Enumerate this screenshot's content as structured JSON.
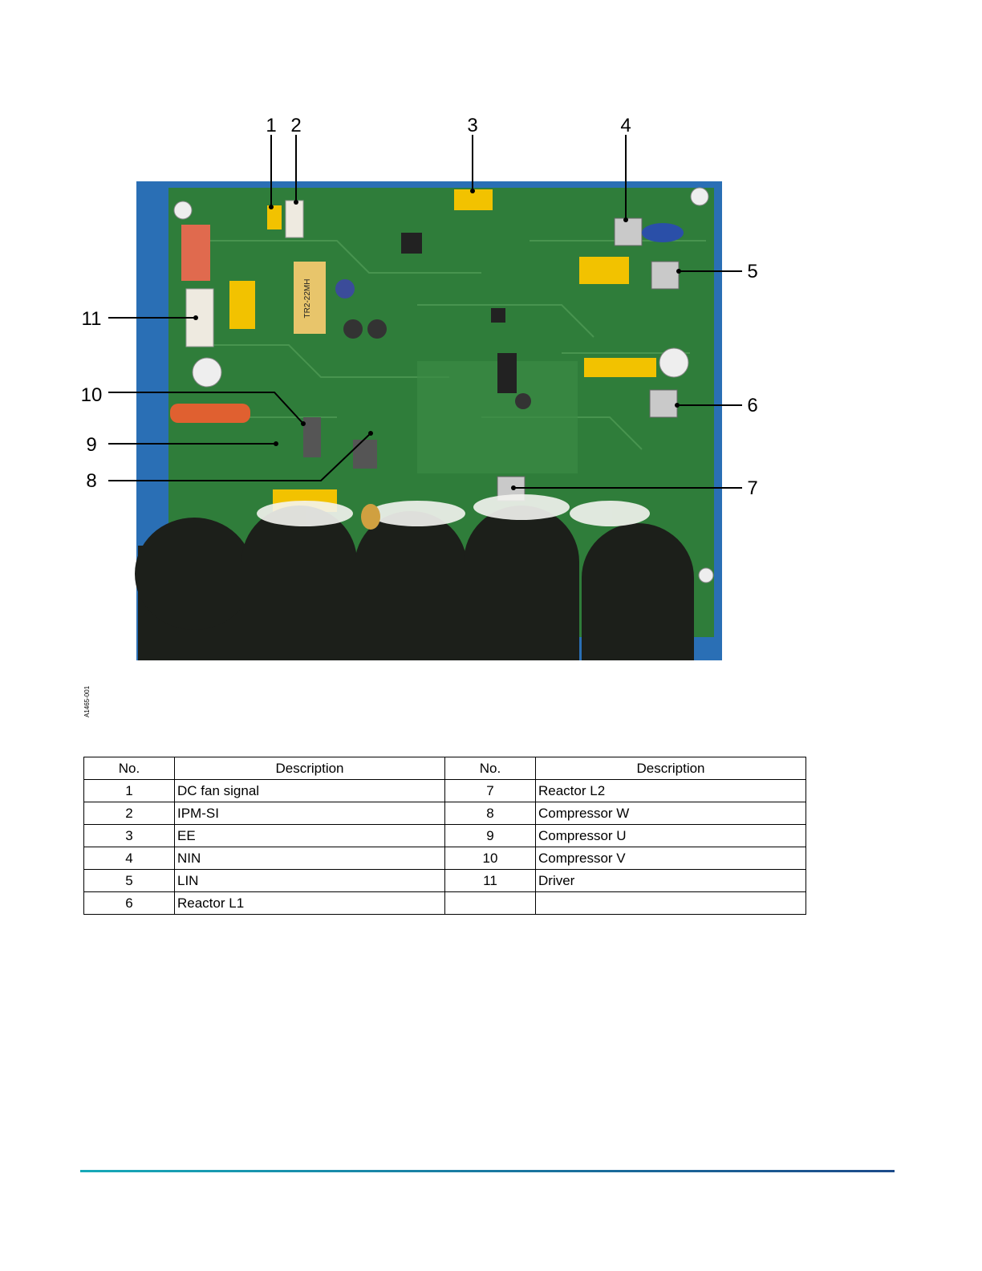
{
  "figure": {
    "board_label": "TR2-22MH",
    "figure_id": "A1465-001",
    "callouts": [
      "1",
      "2",
      "3",
      "4",
      "5",
      "6",
      "7",
      "8",
      "9",
      "10",
      "11"
    ]
  },
  "legend_table": {
    "headers": [
      "No.",
      "Description",
      "No.",
      "Description"
    ],
    "rows": [
      [
        "1",
        "DC fan signal",
        "7",
        "Reactor L2"
      ],
      [
        "2",
        "IPM-SI",
        "8",
        "Compressor W"
      ],
      [
        "3",
        "EE",
        "9",
        "Compressor U"
      ],
      [
        "4",
        "NIN",
        "10",
        "Compressor V"
      ],
      [
        "5",
        "LIN",
        "11",
        "Driver"
      ],
      [
        "6",
        "Reactor L1",
        "",
        ""
      ]
    ]
  },
  "colors": {
    "pcb_green": "#2f7d3a",
    "mat_blue": "#2a6fb5",
    "connector_yellow": "#f2c200",
    "footer_rule_start": "#17a9b8",
    "footer_rule_end": "#1c4a8a"
  }
}
